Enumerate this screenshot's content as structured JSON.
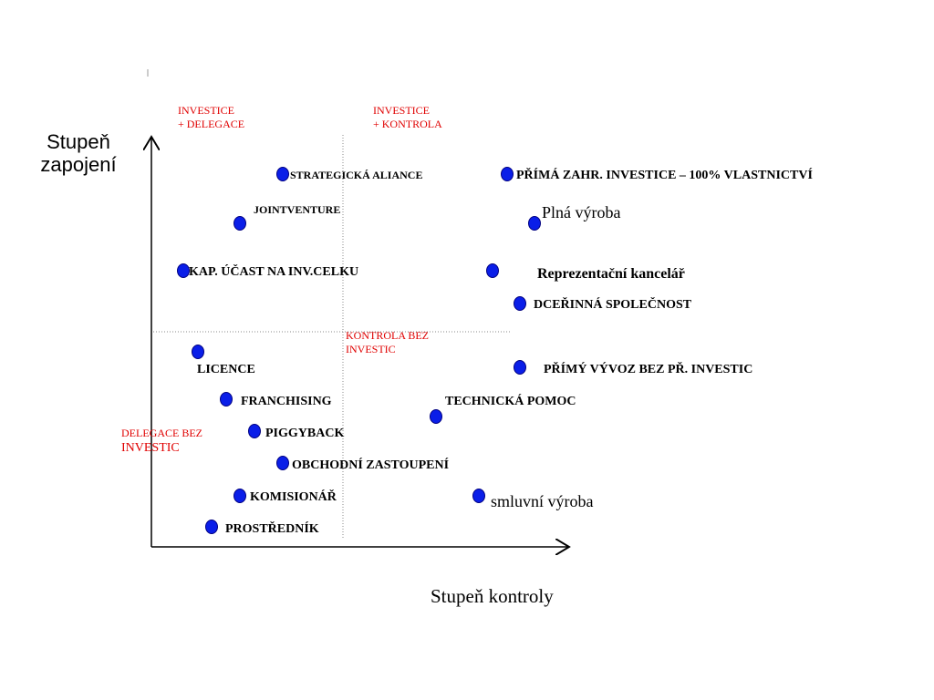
{
  "axes": {
    "y_title": "Stupeň\nzapojení",
    "x_title": "Stupeň kontroly"
  },
  "quadrant_labels": {
    "top_left": [
      "INVESTICE",
      "+ DELEGACE"
    ],
    "top_right": [
      "INVESTICE",
      "+ KONTROLA"
    ],
    "bottom_right": [
      "KONTROLA BEZ",
      "INVESTIC"
    ],
    "bottom_left": [
      "DELEGACE BEZ",
      "INVESTIC"
    ]
  },
  "colors": {
    "dot_fill": "#0a1ee8",
    "quadrant_text": "#e00000",
    "axis": "#000000"
  },
  "items": [
    {
      "label": "STRATEGICKÁ ALIANCE"
    },
    {
      "label": "PŘÍMÁ ZAHR. INVESTICE – 100% VLASTNICTVÍ"
    },
    {
      "label": "JOINTVENTURE"
    },
    {
      "label": "Plná výroba"
    },
    {
      "label": "KAP. ÚČAST NA INV.CELKU"
    },
    {
      "label": "Reprezentační kancelář"
    },
    {
      "label": "DCEŘINNÁ SPOLEČNOST"
    },
    {
      "label": "LICENCE"
    },
    {
      "label": "PŘÍMÝ VÝVOZ BEZ PŘ. INVESTIC"
    },
    {
      "label": "FRANCHISING"
    },
    {
      "label": "TECHNICKÁ POMOC"
    },
    {
      "label": "PIGGYBACK"
    },
    {
      "label": "OBCHODNÍ ZASTOUPENÍ"
    },
    {
      "label": "KOMISIONÁŘ"
    },
    {
      "label": "smluvní výroba"
    },
    {
      "label": "PROSTŘEDNÍK"
    }
  ]
}
